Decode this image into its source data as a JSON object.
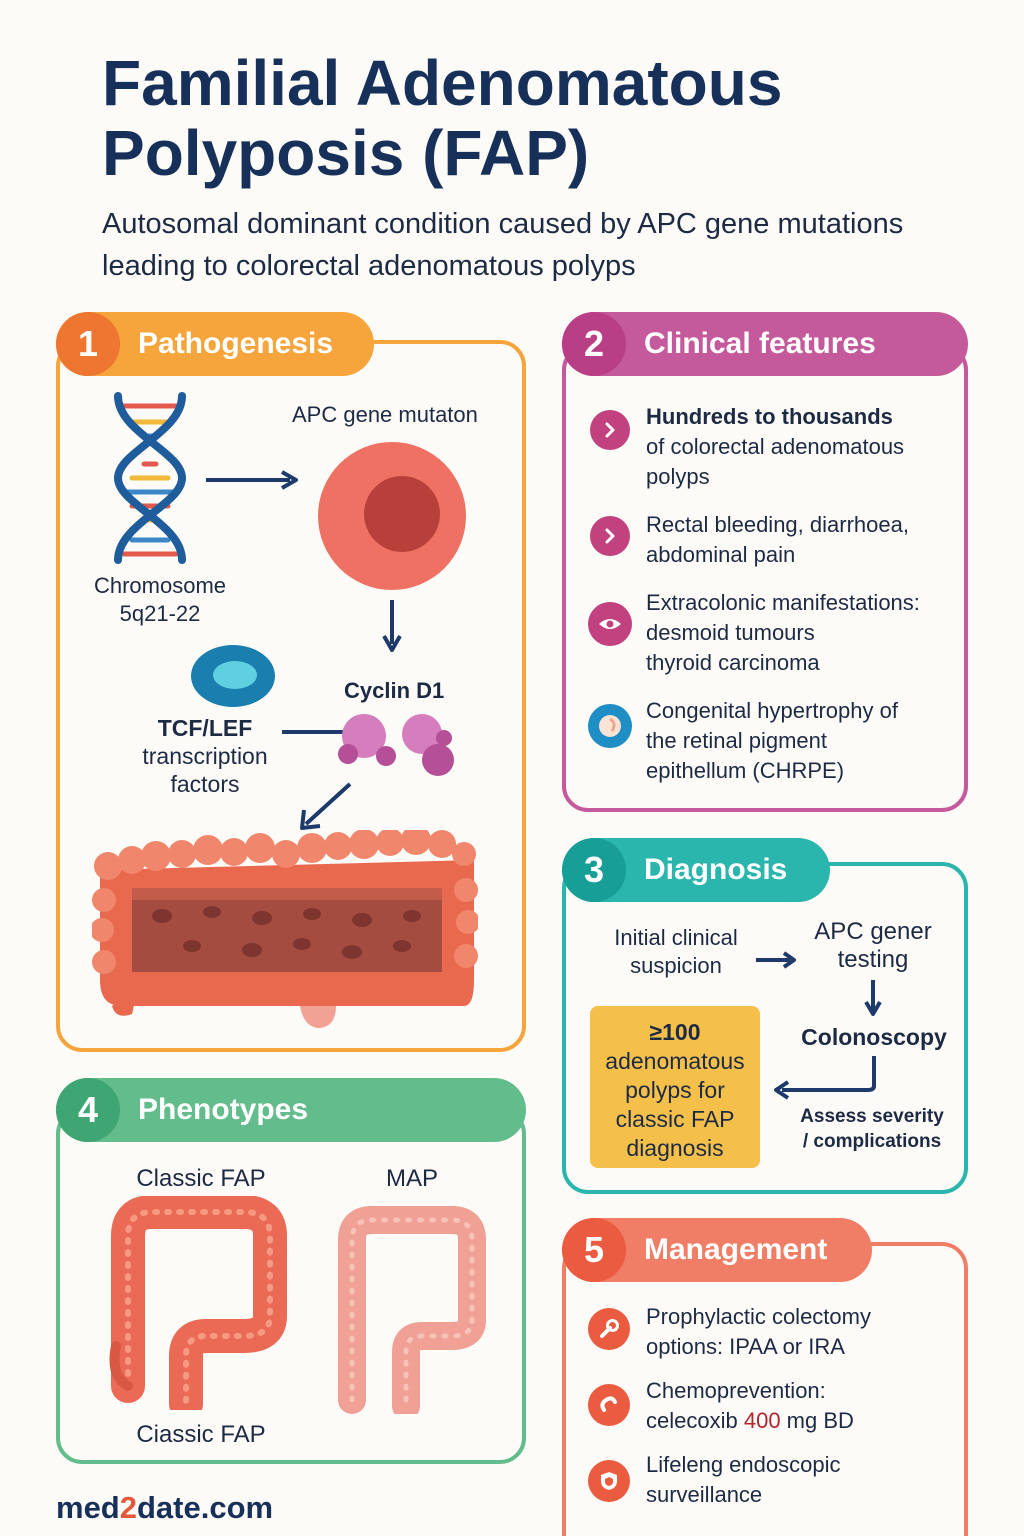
{
  "title": "Familial Adenomatous Polyposis (FAP)",
  "subtitle": "Autosomal dominant condition caused by APC gene mutations leading to colorectal adenomatous polyps",
  "colors": {
    "orange": "#f6a53c",
    "orange_dark": "#ee7630",
    "magenta": "#c45a9c",
    "magenta_dark": "#b83f86",
    "teal": "#2ab5ad",
    "teal_dark": "#179e96",
    "green": "#63bc8c",
    "green_dark": "#3ea673",
    "coral": "#f07d65",
    "coral_dark": "#ea5b40",
    "navy": "#17305a"
  },
  "pathogenesis": {
    "number": "1",
    "title": "Pathogenesis",
    "apc_label": "APC gene mutaton",
    "chromosome_label_1": "Chromosome",
    "chromosome_label_2": "5q21-22",
    "cyclin_label": "Cyclin D1",
    "tcf_label_1": "TCF/LEF",
    "tcf_label_2": "transcription",
    "tcf_label_3": "factors"
  },
  "clinical": {
    "number": "2",
    "title": "Clinical features",
    "items": [
      {
        "icon": "chevron-right-icon",
        "line1": "Hundreds to thousands",
        "line2": "of colorectal adenomatous",
        "line3": "polyps"
      },
      {
        "icon": "chevron-right-icon",
        "line1": "Rectal bleeding, diarrhoea,",
        "line2": "abdominal pain"
      },
      {
        "icon": "eye-icon",
        "line1": "Extracolonic manifestations:",
        "line2": "desmoid tumours",
        "line3": "thyroid carcinoma"
      },
      {
        "icon": "retina-icon",
        "line1": "Congenital hypertrophy of",
        "line2": "the retinal pigment",
        "line3": "epithellum (CHRPE)"
      }
    ]
  },
  "diagnosis": {
    "number": "3",
    "title": "Diagnosis",
    "initial_1": "Initial clinical",
    "initial_2": "suspicion",
    "apc_1": "APC gener",
    "apc_2": "testing",
    "colonoscopy": "Colonoscopy",
    "criteria_1": "≥100",
    "criteria_2": "adenomatous",
    "criteria_3": "polyps for",
    "criteria_4": "classic FAP",
    "criteria_5": "diagnosis",
    "assess_1": "Assess severity",
    "assess_2": "/ complications"
  },
  "phenotypes": {
    "number": "4",
    "title": "Phenotypes",
    "classic_label": "Classic FAP",
    "map_label": "MAP",
    "bottom_label": "Ciassic FAP"
  },
  "management": {
    "number": "5",
    "title": "Management",
    "items": [
      {
        "icon": "wrench-icon",
        "line1": "Prophylactic colectomy",
        "line2": "options: IPAA or IRA"
      },
      {
        "icon": "pill-icon",
        "line1": "Chemoprevention:",
        "line2_pre": "celecoxib ",
        "line2_dose": "400",
        "line2_post": " mg BD"
      },
      {
        "icon": "shield-icon",
        "line1": "Lifeleng endoscopic",
        "line2": "surveillance"
      }
    ]
  },
  "footer": {
    "brand_pre": "med",
    "brand_mid": "2",
    "brand_post": "date.com"
  }
}
